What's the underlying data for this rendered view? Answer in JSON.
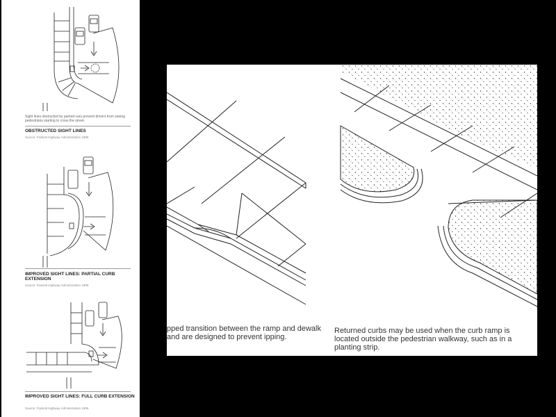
{
  "left_figures": [
    {
      "caption": "Sight lines obstructed by parked cars prevent drivers from seeing pedestrians starting to cross the street.",
      "title": "OBSTRUCTED SIGHT LINES",
      "source": "Source: Federal Highway Administration 1999."
    },
    {
      "caption": "",
      "title": "IMPROVED SIGHT LINES: PARTIAL CURB EXTENSION",
      "source": "Source: Federal Highway Administration 1999."
    },
    {
      "caption": "",
      "title": "IMPROVED SIGHT LINES: FULL CURB EXTENSION",
      "source": "Source: Federal Highway Administration 1999."
    }
  ],
  "right_captions": {
    "left_text": "pped transition between the ramp and dewalk and are designed to prevent ipping.",
    "right_text": "Returned curbs may be used when the curb ramp is located outside the pedestrian walkway, such as in a planting strip."
  }
}
